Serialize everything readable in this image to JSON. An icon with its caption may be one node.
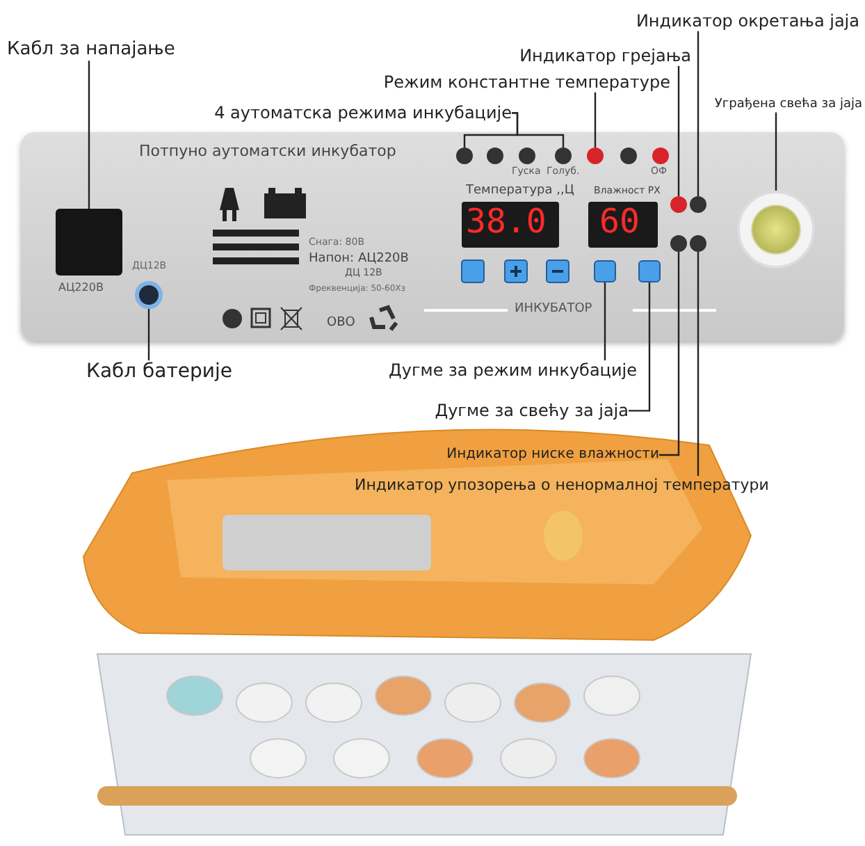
{
  "diagram": {
    "nodes": [
      {
        "text": [
          "Потпуно аутоматски инкубатор"
        ]
      },
      {
        "text": [
          "Кабл за напајање"
        ]
      },
      {
        "text": [
          "Кабл батерије"
        ]
      },
      {
        "text": [
          "4 аутоматска режима инкубације"
        ]
      },
      {
        "text": [
          "Режим константне температуре"
        ]
      },
      {
        "text": [
          "Индикатор грејања"
        ]
      },
      {
        "text": [
          "Индикатор окретања јаја"
        ]
      },
      {
        "text": [
          "Уграђена свећа за јаја"
        ]
      },
      {
        "text": [
          "Дугме за режим инкубације"
        ]
      },
      {
        "text": [
          "Дугме за свећу за јаја"
        ]
      },
      {
        "text": [
          "Индикатор ниске влажности"
        ]
      },
      {
        "text": [
          "Индикатор упозорења о ненормалној температури"
        ]
      },
      {
        "text": [],
        "shape": "box",
        "in": 0
      },
      {
        "text": [],
        "shape": "circle",
        "in": 0
      },
      {
        "text": [],
        "shape": "circle",
        "in": 0
      },
      {
        "text": [],
        "shape": "circle",
        "in": 0
      },
      {
        "text": [],
        "shape": "circle",
        "in": 0
      },
      {
        "text": [],
        "shape": "circle",
        "in": 0
      },
      {
        "text": [],
        "shape": "circle",
        "in": 0
      },
      {
        "text": [],
        "shape": "circle",
        "in": 0
      },
      {
        "text": [],
        "shape": "box",
        "in": 0
      },
      {
        "text": [],
        "shape": "box",
        "in": 0
      },
      {
        "text": [],
        "shape": "circle",
        "in": 0
      },
      {
        "text": [],
        "shape": "circle",
        "in": 0
      }
    ],
    "edges": [
      {
        "from": 1,
        "to": 12,
        "arrow": "none"
      },
      {
        "from": 2,
        "to": 13,
        "arrow": "none"
      },
      {
        "from": 3,
        "to": 14,
        "arrow": "none"
      },
      {
        "from": 3,
        "to": 15,
        "arrow": "none"
      },
      {
        "from": 4,
        "to": 16,
        "arrow": "none"
      },
      {
        "from": 5,
        "to": 17,
        "arrow": "none"
      },
      {
        "from": 6,
        "to": 18,
        "arrow": "none"
      },
      {
        "from": 7,
        "to": 19,
        "arrow": "none"
      },
      {
        "from": 8,
        "to": 20,
        "arrow": "none"
      },
      {
        "from": 9,
        "to": 21,
        "arrow": "none"
      },
      {
        "from": 10,
        "to": 22,
        "arrow": "none"
      },
      {
        "from": 11,
        "to": 23,
        "arrow": "none"
      }
    ],
    "labels": [
      "АЦ220В",
      "ДЦ12В",
      "Снага: 80В",
      "Напон: АЦ220В",
      "ДЦ 12В",
      "Фреквенција: 50-60Хз",
      "ОВО",
      "Гуска",
      "Голуб.",
      "ОФ",
      "Температура ,,Ц",
      "Влажност РХ",
      "38.0",
      "60",
      "ИНКУБАТОР"
    ]
  }
}
